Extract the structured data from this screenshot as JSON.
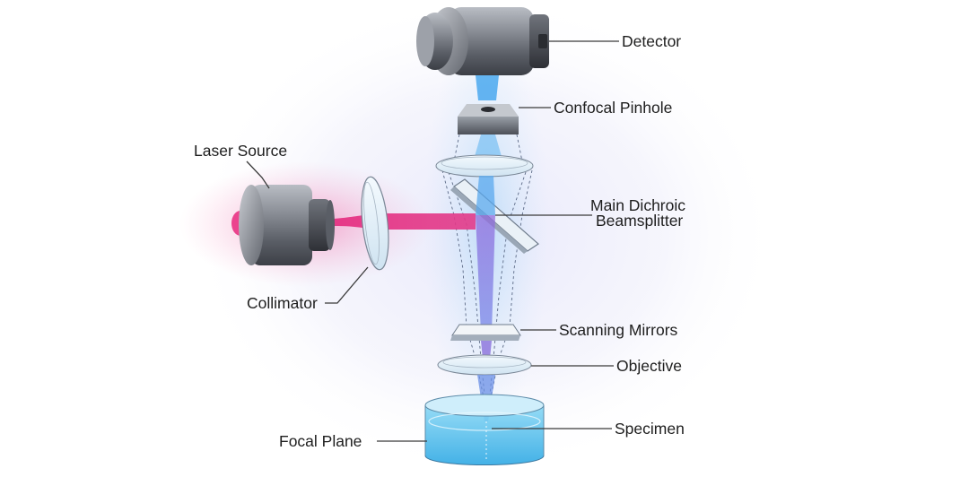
{
  "labels": {
    "detector": "Detector",
    "confocal_pinhole": "Confocal Pinhole",
    "laser_source": "Laser Source",
    "main_dichroic_line1": "Main Dichroic",
    "main_dichroic_line2": "Beamsplitter",
    "collimator": "Collimator",
    "scanning_mirrors": "Scanning Mirrors",
    "objective": "Objective",
    "specimen": "Specimen",
    "focal_plane": "Focal Plane"
  },
  "colors": {
    "laser_beam": "#e8287c",
    "emission_light": "#4aa8ee",
    "excitation_overlap": "#8a66d6",
    "metal_dark": "#3a3d44",
    "metal_light": "#9ea2aa",
    "glass": "#dfeef8",
    "specimen_fluid": "#56c4ee"
  }
}
